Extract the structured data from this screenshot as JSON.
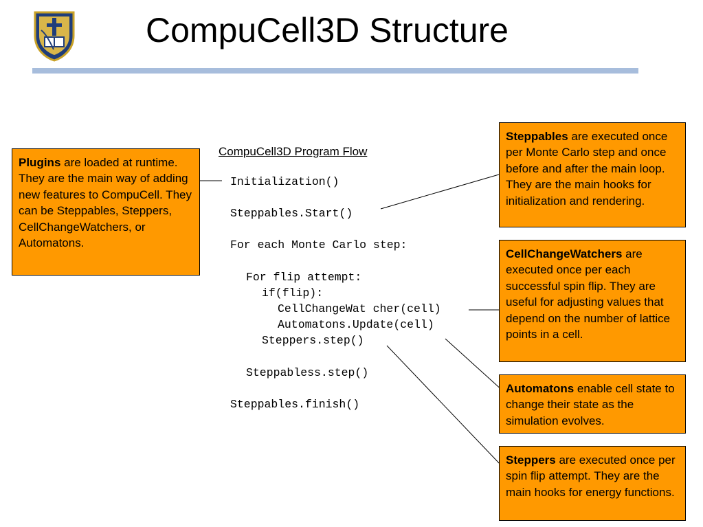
{
  "title": "CompuCell3D Structure",
  "logo": "university-shield-logo",
  "flow_title": "CompuCell3D Program Flow",
  "code_lines": [
    "Initialization()",
    "Steppables.Start()",
    "For each Monte Carlo step:",
    "For flip attempt:",
    "if(flip):",
    "CellChangeWat cher(cell)",
    "Automatons.Update(cell)",
    "Steppers.step()",
    "Steppabless.step()",
    "Steppables.finish()"
  ],
  "boxes": {
    "plugins": {
      "bold": "Plugins",
      "text": " are loaded at runtime.  They are the main way of adding new features to CompuCell.  They can be Steppables, Steppers, CellChangeWatchers, or Automatons."
    },
    "steppables": {
      "bold": "Steppables",
      "text": " are executed once per Monte Carlo step and once before and after the main loop.  They are the main hooks for initialization and rendering."
    },
    "watchers": {
      "bold": "CellChangeWatchers",
      "text": " are executed once per each successful spin flip.  They are useful for adjusting values that depend on the number of lattice points in a cell."
    },
    "automatons": {
      "bold": "Automatons",
      "text": " enable cell state to change their state as the simulation evolves."
    },
    "steppers": {
      "bold": "Steppers",
      "text": " are executed once per spin flip attempt.  They are the main hooks for energy functions."
    }
  },
  "colors": {
    "box_fill": "#ff9900",
    "rule": "#a7bddc"
  }
}
